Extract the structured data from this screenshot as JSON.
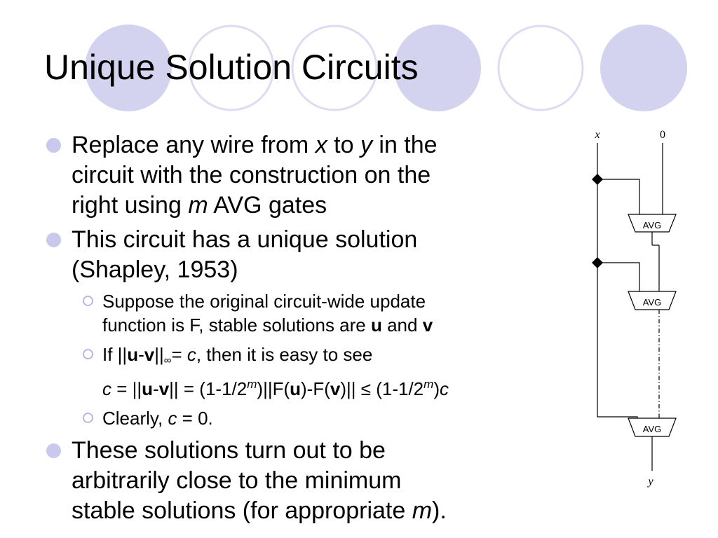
{
  "slide": {
    "title": "Unique Solution Circuits",
    "bullets": [
      {
        "lines": [
          [
            {
              "t": "Replace any wire from "
            },
            {
              "t": "x",
              "i": true
            },
            {
              "t": " to "
            },
            {
              "t": "y",
              "i": true
            },
            {
              "t": " in the"
            }
          ],
          [
            {
              "t": "circuit with the construction on the"
            }
          ],
          [
            {
              "t": "right using "
            },
            {
              "t": "m",
              "i": true
            },
            {
              "t": " AVG gates"
            }
          ]
        ]
      },
      {
        "lines": [
          [
            {
              "t": "This circuit has a unique solution"
            }
          ],
          [
            {
              "t": "(Shapley, 1953)"
            }
          ]
        ],
        "subs": [
          {
            "lines": [
              [
                {
                  "t": "Suppose the original circuit-wide update"
                }
              ],
              [
                {
                  "t": "function is F, stable solutions are "
                },
                {
                  "t": "u",
                  "b": true
                },
                {
                  "t": " and "
                },
                {
                  "t": "v",
                  "b": true
                }
              ]
            ]
          },
          {
            "lines": [
              [
                {
                  "t": "If ||"
                },
                {
                  "t": "u",
                  "b": true
                },
                {
                  "t": "-"
                },
                {
                  "t": "v",
                  "b": true
                },
                {
                  "t": "||"
                },
                {
                  "t": "∞",
                  "sub": true
                },
                {
                  "t": "= "
                },
                {
                  "t": "c",
                  "i": true
                },
                {
                  "t": ", then it is easy to see"
                }
              ],
              [
                {
                  "t": "c",
                  "i": true
                },
                {
                  "t": " = ||"
                },
                {
                  "t": "u",
                  "b": true
                },
                {
                  "t": "-"
                },
                {
                  "t": "v",
                  "b": true
                },
                {
                  "t": "|| = (1-1/2"
                },
                {
                  "t": "m",
                  "i": true,
                  "sup": true
                },
                {
                  "t": ")||F("
                },
                {
                  "t": "u",
                  "b": true
                },
                {
                  "t": ")-F("
                },
                {
                  "t": "v",
                  "b": true
                },
                {
                  "t": ")|| ≤ (1-1/2"
                },
                {
                  "t": "m",
                  "i": true,
                  "sup": true
                },
                {
                  "t": ")"
                },
                {
                  "t": "c",
                  "i": true
                }
              ]
            ]
          },
          {
            "lines": [
              [
                {
                  "t": "Clearly, "
                },
                {
                  "t": "c",
                  "i": true
                },
                {
                  "t": " = 0."
                }
              ]
            ]
          }
        ]
      },
      {
        "lines": [
          [
            {
              "t": "These solutions turn out to be"
            }
          ],
          [
            {
              "t": "arbitrarily close to the minimum"
            }
          ],
          [
            {
              "t": "stable solutions (for appropriate "
            },
            {
              "t": "m",
              "i": true
            },
            {
              "t": ")."
            }
          ]
        ]
      }
    ]
  },
  "circuit": {
    "input_x_label": "x",
    "input_zero_label": "0",
    "gate_label": "AVG",
    "output_y_label": "y"
  },
  "colors": {
    "circle_fill": "#d3d3f0",
    "circle_ring": "#dcdcf2",
    "bullet": "#c9c9ee",
    "sub_bullet_ring": "#b7b7e6",
    "text": "#000000"
  }
}
